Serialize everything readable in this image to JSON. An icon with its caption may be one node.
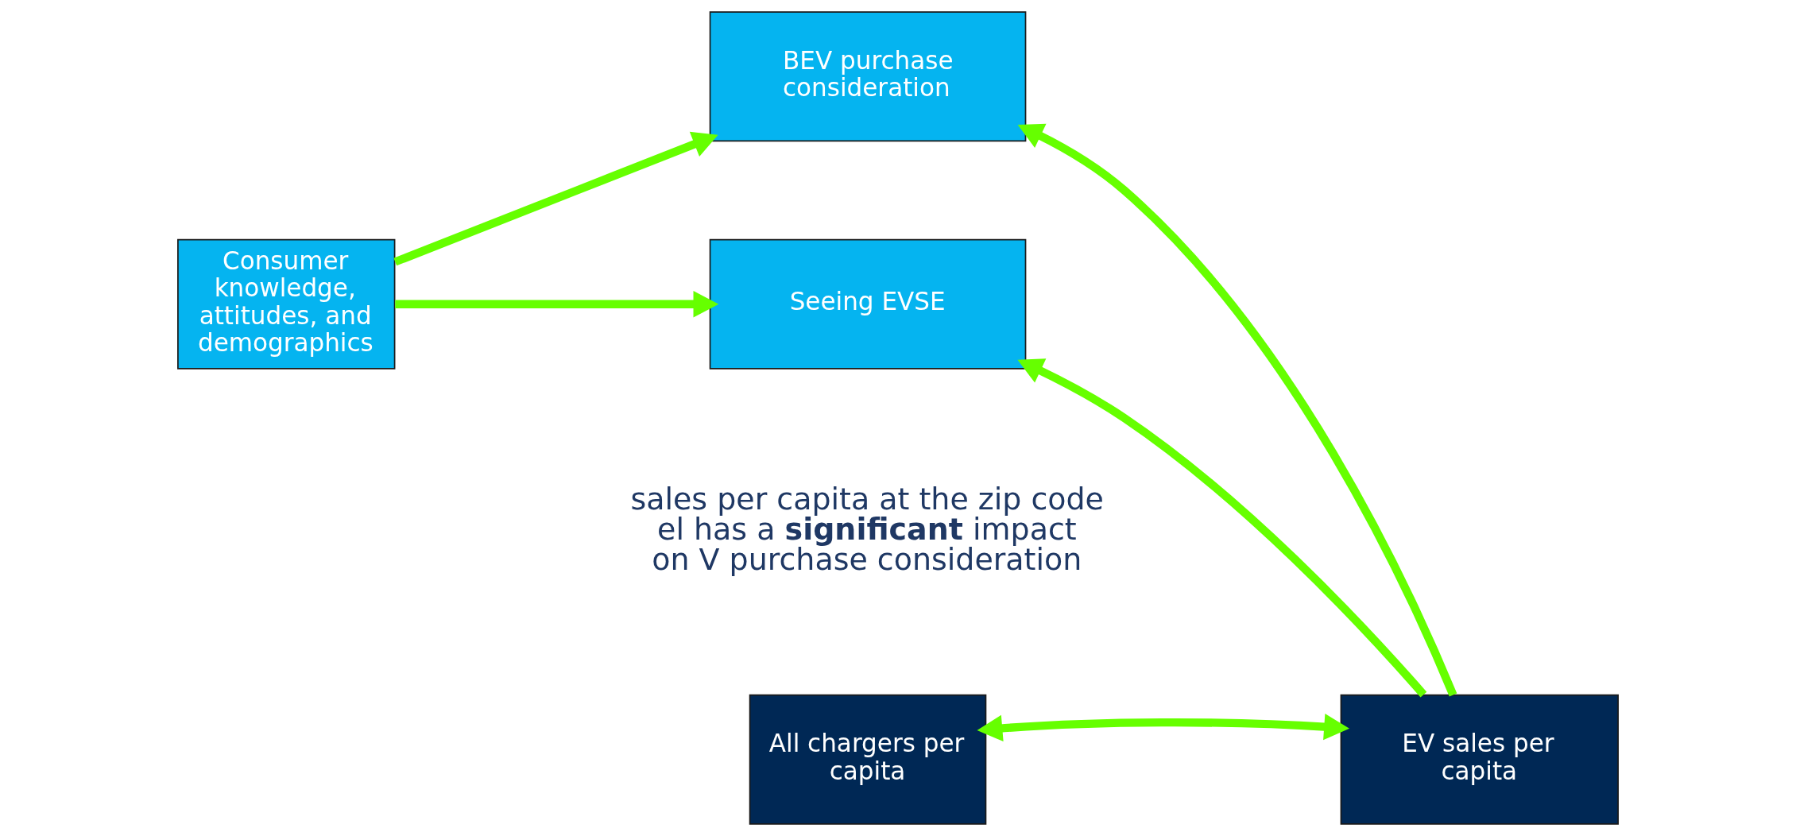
{
  "diagram": {
    "nodes": [
      {
        "text": [
          "Consumer knowledge, attitudes, and demographics"
        ]
      },
      {
        "text": [
          "BEV purchase consideration"
        ]
      },
      {
        "text": [
          "All chargers per capita"
        ]
      },
      {
        "text": [
          "EV sales per capita"
        ]
      },
      {
        "text": [
          "Seeing EVSE"
        ]
      }
    ],
    "edges": [
      {
        "from": 0,
        "to": 1,
        "arrow": "to"
      },
      {
        "from": 0,
        "to": 4,
        "arrow": "to"
      },
      {
        "from": 3,
        "to": 1,
        "arrow": "to"
      },
      {
        "from": 3,
        "to": 2,
        "arrow": "both"
      },
      {
        "from": 3,
        "to": 4,
        "arrow": "to"
      }
    ],
    "labels": [
      "sales per capita at the zip code el has a **significant** impact on V purchase consideration"
    ]
  }
}
